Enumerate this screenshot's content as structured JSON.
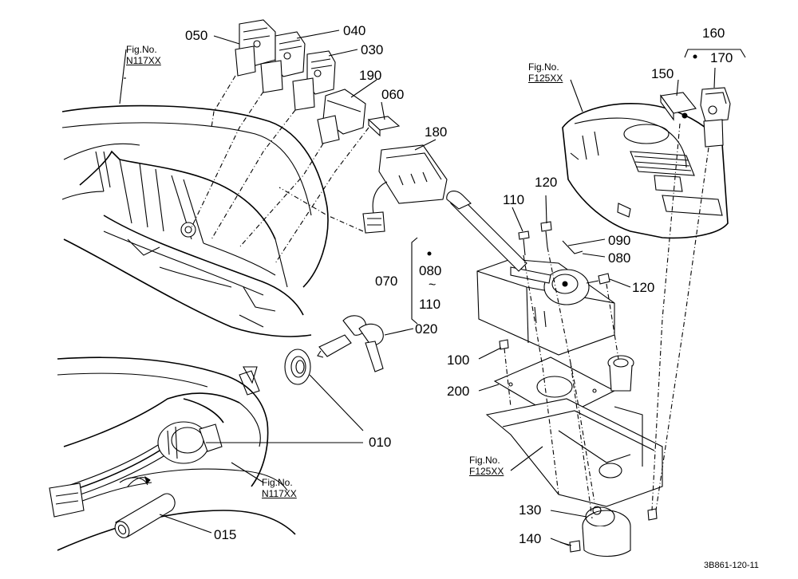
{
  "figure_refs": [
    {
      "label": "Fig.No.",
      "code": "N117XX"
    },
    {
      "label": "Fig.No.",
      "code": "F125XX"
    },
    {
      "label": "Fig.No.",
      "code": "F125XX"
    },
    {
      "label": "Fig.No.",
      "code": "N117XX"
    }
  ],
  "parts": [
    "050",
    "040",
    "030",
    "190",
    "060",
    "180",
    "160",
    "170",
    "150",
    "110",
    "120",
    "090",
    "080",
    "070",
    "080",
    "110",
    "120",
    "020",
    "100",
    "200",
    "010",
    "015",
    "130",
    "140"
  ],
  "range_separator": "~",
  "drawing_number": "3B861-120-11"
}
